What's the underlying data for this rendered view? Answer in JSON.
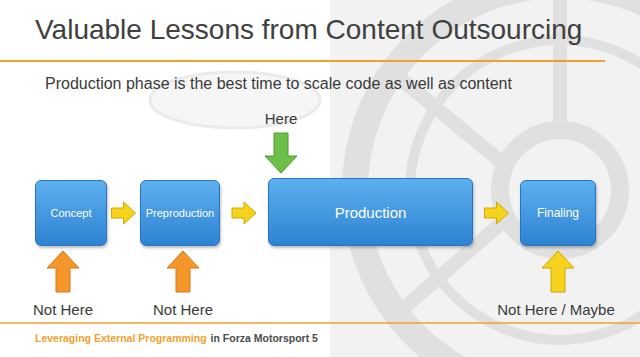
{
  "diagram": {
    "title": "Valuable Lessons from Content Outsourcing",
    "nodes": [
      {
        "text": [
          "Concept"
        ]
      },
      {
        "text": [
          "Preproduction"
        ]
      },
      {
        "text": [
          "Production"
        ]
      },
      {
        "text": [
          "Finaling"
        ]
      }
    ],
    "edges": [
      {
        "from": 0,
        "to": 1,
        "arrow": "to"
      },
      {
        "from": 1,
        "to": 2,
        "arrow": "to"
      },
      {
        "from": 2,
        "to": 3,
        "arrow": "to"
      }
    ],
    "labels": [
      "Production phase is the best time to scale code as well as content",
      "Here",
      "Not Here",
      "Not Here",
      "Not Here / Maybe",
      "Leveraging External Programming",
      "in Forza Motorsport 5"
    ]
  }
}
